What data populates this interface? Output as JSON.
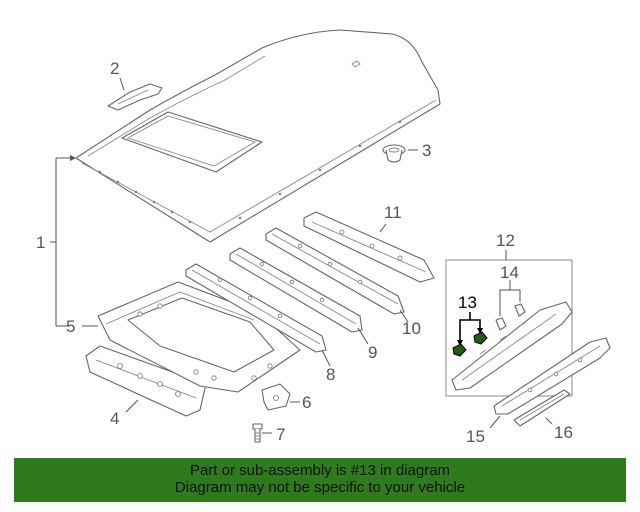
{
  "callouts": {
    "c1": "1",
    "c2": "2",
    "c3": "3",
    "c4": "4",
    "c5": "5",
    "c6": "6",
    "c7": "7",
    "c8": "8",
    "c9": "9",
    "c10": "10",
    "c11": "11",
    "c12": "12",
    "c13": "13",
    "c14": "14",
    "c15": "15",
    "c16": "16"
  },
  "highlight": {
    "part_number": "13",
    "color": "#2e7a1c"
  },
  "banner": {
    "line1": "Part or sub-assembly is #13 in diagram",
    "line2": "Diagram may not be specific to your vehicle"
  }
}
